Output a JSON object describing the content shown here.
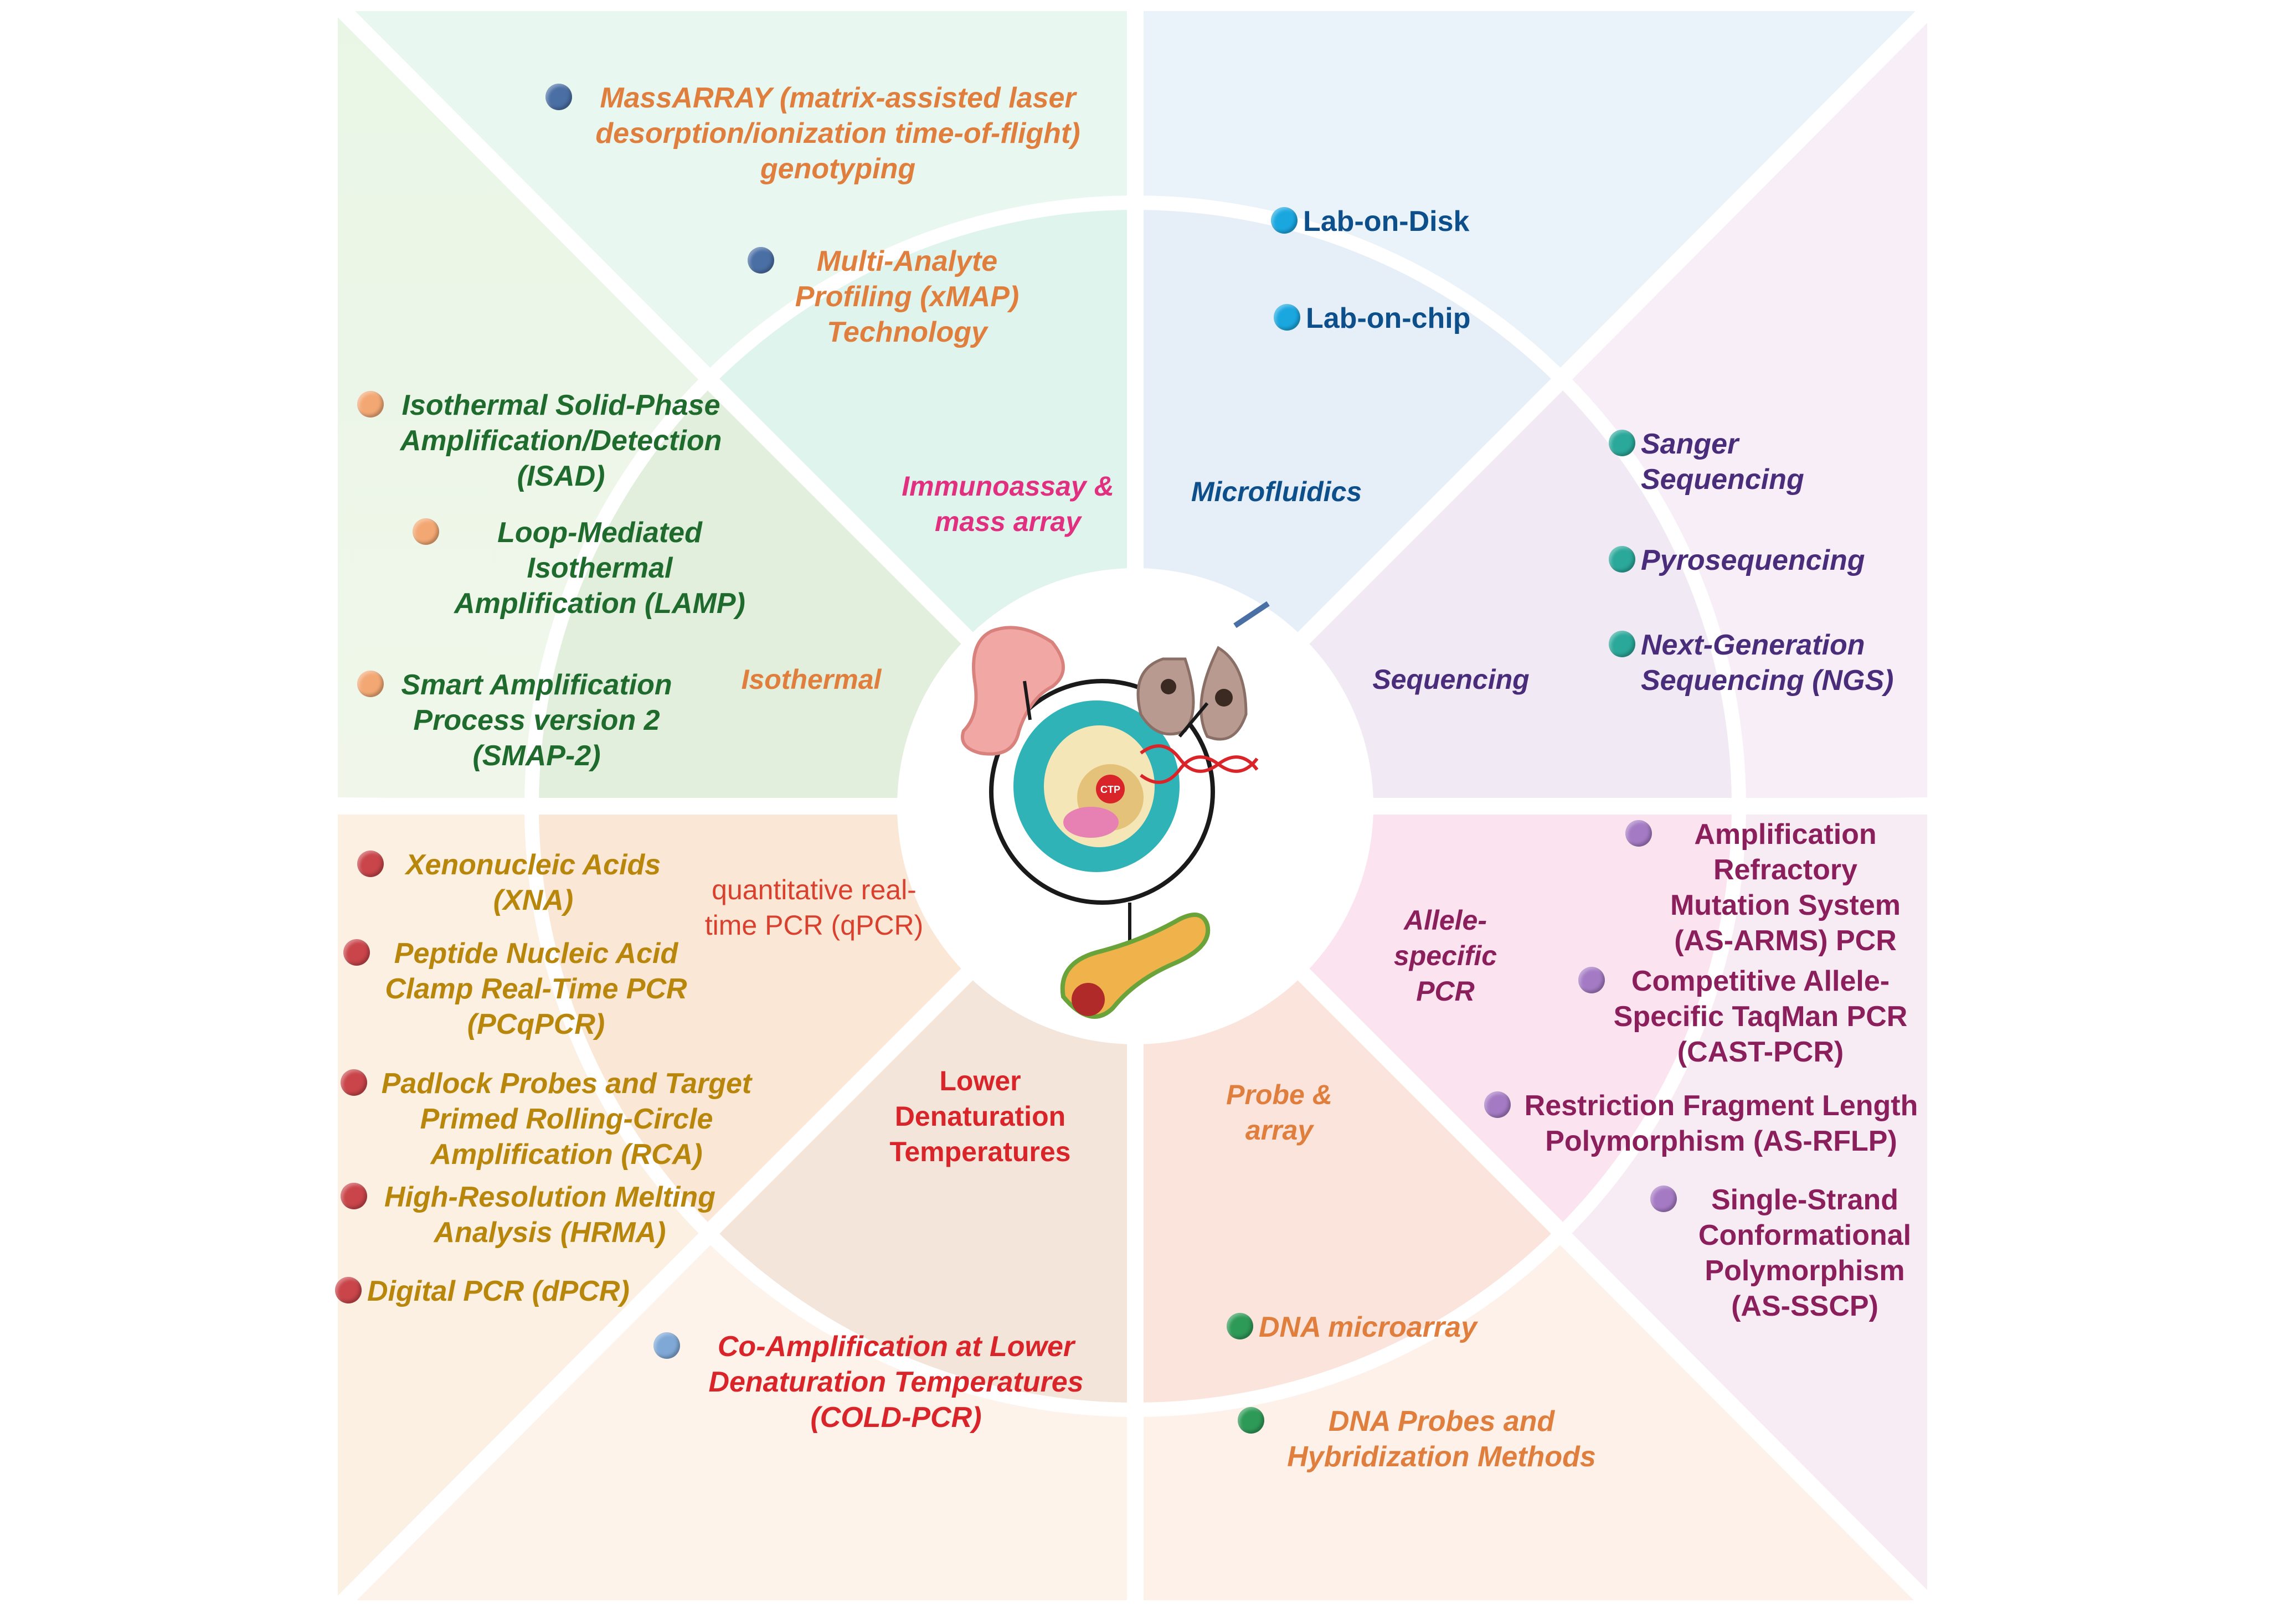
{
  "segments": {
    "immunoassay": {
      "label": "Immunoassay & mass array",
      "color": "#e0307f"
    },
    "microfluidics": {
      "label": "Microfluidics",
      "color": "#0d4f8b"
    },
    "sequencing": {
      "label": "Sequencing",
      "color": "#4a2d7a"
    },
    "allele": {
      "label": "Allele-specific PCR",
      "color": "#8b1f5c"
    },
    "probe": {
      "label": "Probe & array",
      "color": "#e07f3d"
    },
    "lower": {
      "label": "Lower Denaturation Temperatures",
      "color": "#d9252a"
    },
    "qpcr": {
      "label": "quantitative real-time PCR (qPCR)",
      "color": "#d9402e"
    },
    "isothermal": {
      "label": "Isothermal",
      "color": "#e07f3d"
    }
  },
  "center": {
    "ctp_label": "CTP"
  },
  "methods": {
    "massarray": "MassARRAY (matrix-assisted laser desorption/ionization time-of-flight) genotyping",
    "xmap": "Multi-Analyte Profiling (xMAP) Technology",
    "lab_disk": "Lab-on-Disk",
    "lab_chip": "Lab-on-chip",
    "sanger": "Sanger Sequencing",
    "pyro": "Pyrosequencing",
    "ngs": "Next-Generation Sequencing (NGS)",
    "isad": "Isothermal Solid-Phase Amplification/Detection (ISAD)",
    "lamp": "Loop-Mediated Isothermal Amplification (LAMP)",
    "smap": "Smart Amplification Process version 2 (SMAP-2)",
    "xna": "Xenonucleic Acids (XNA)",
    "pcqpcr": "Peptide Nucleic Acid Clamp Real-Time PCR (PCqPCR)",
    "rca": "Padlock Probes and Target Primed Rolling-Circle Amplification (RCA)",
    "hrma": "High-Resolution Melting Analysis (HRMA)",
    "dpcr": "Digital PCR (dPCR)",
    "cold": "Co-Amplification at Lower Denaturation Temperatures (COLD-PCR)",
    "arms": "Amplification Refractory Mutation System (AS-ARMS) PCR",
    "cast": "Competitive Allele-Specific TaqMan PCR (CAST-PCR)",
    "rflp": "Restriction Fragment Length Polymorphism (AS-RFLP)",
    "sscp": "Single-Strand Conformational Polymorphism (AS-SSCP)",
    "microarray": "DNA microarray",
    "hybrid": "DNA Probes and Hybridization Methods"
  },
  "colors": {
    "green_text": "#1f6b2e",
    "orange_text": "#e07f3d",
    "blue_text": "#0d4f8b",
    "purple_text": "#4a2d7a",
    "magenta_text": "#8b1f5c",
    "brown_text": "#b8860b",
    "red_text": "#d9252a",
    "dot_blue": "#4a6fa5",
    "dot_cyan": "#1aa7e0",
    "dot_teal": "#2aa89a",
    "dot_peach": "#f3a874",
    "dot_red": "#c9454a",
    "dot_purple": "#a57ac4",
    "dot_green": "#2e9a57",
    "dot_lightblue": "#7fa8d6"
  }
}
